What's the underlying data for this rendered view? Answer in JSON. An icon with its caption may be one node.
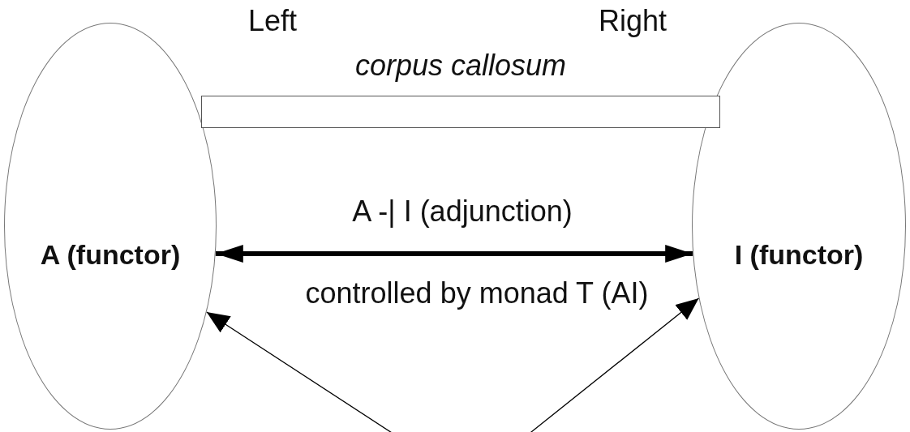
{
  "diagram": {
    "nodes": [
      {
        "text": [
          "A (functor)"
        ]
      },
      {
        "text": [
          "I (functor)"
        ]
      },
      {
        "text": [],
        "shape": "bar",
        "beside": [
          "corpus callosum"
        ]
      }
    ],
    "edges": [
      {
        "from": 0,
        "to": 1,
        "arrow": "both",
        "style": "thick",
        "label": "A -| I (adjunction)"
      },
      {
        "from": null,
        "to": 0,
        "arrow": "to"
      },
      {
        "from": null,
        "to": 1,
        "arrow": "to"
      }
    ],
    "labels": [
      "Left",
      "Right",
      "controlled by monad T (AI)"
    ]
  }
}
